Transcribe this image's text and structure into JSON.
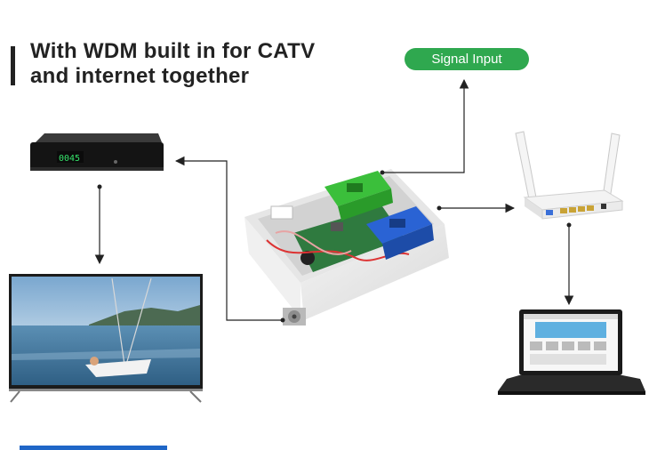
{
  "headline": {
    "line1": "With WDM built in for CATV",
    "line2": "and internet together"
  },
  "signal_input_label": "Signal Input",
  "stb_display": "0045",
  "colors": {
    "accent_green": "#2fa84f",
    "connector_green": "#3bbf3b",
    "connector_blue": "#2a63d4",
    "line": "#222222",
    "strip_blue": "#1f66c7"
  },
  "icons": [
    "set-top-box-icon",
    "tv-icon",
    "optical-receiver-icon",
    "router-icon",
    "laptop-icon"
  ]
}
